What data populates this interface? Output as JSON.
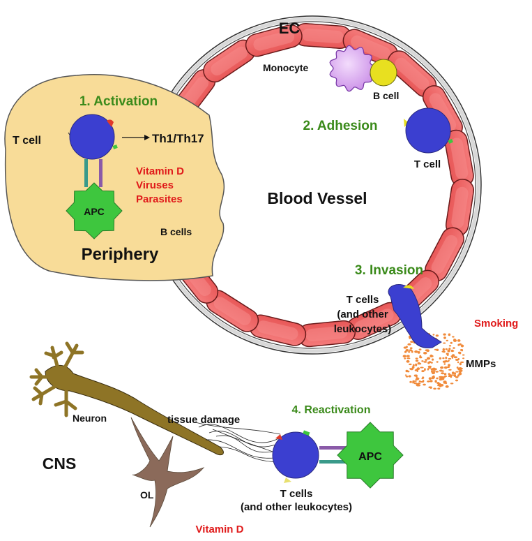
{
  "colors": {
    "step_green": "#3a8a1a",
    "risk_red": "#e01a1a",
    "label_black": "#111111",
    "t_cell_blue": "#3b3fd0",
    "apc_green": "#3ec63e",
    "ec_red": "#f0686a",
    "periphery_bg": "#f8dc98",
    "monocyte_purple": "#d9a8f0",
    "b_cell_yellow": "#e8e020",
    "neuron_brown": "#8e7426",
    "ol_brown": "#8b6a5a",
    "mmp_orange": "#f08a3a"
  },
  "periphery": {
    "step_label": "1. Activation",
    "t_cell_label": "T cell",
    "arrow_target": "Th1/Th17",
    "apc_label": "APC",
    "risk_factors": [
      "Vitamin D",
      "Viruses",
      "Parasites"
    ],
    "b_cells_label": "B cells",
    "region_label": "Periphery"
  },
  "vessel": {
    "region_label": "Blood Vessel",
    "ec_label": "EC",
    "monocyte_label": "Monocyte",
    "b_cell_label": "B cell",
    "adhesion_step_label": "2. Adhesion",
    "adhesion_t_cell_label": "T cell",
    "invasion_step_label": "3. Invasion",
    "invasion_cells_label": [
      "T cells",
      "(and other",
      "leukocytes)"
    ],
    "smoking_label": "Smoking",
    "mmps_label": "MMPs"
  },
  "cns": {
    "region_label": "CNS",
    "neuron_label": "Neuron",
    "tissue_damage_label": "tissue damage",
    "ol_label": "OL",
    "reactivation_step_label": "4. Reactivation",
    "apc_label": "APC",
    "t_cells_label": [
      "T cells",
      "(and other leukocytes)"
    ],
    "vitamin_d_label": "Vitamin D"
  }
}
